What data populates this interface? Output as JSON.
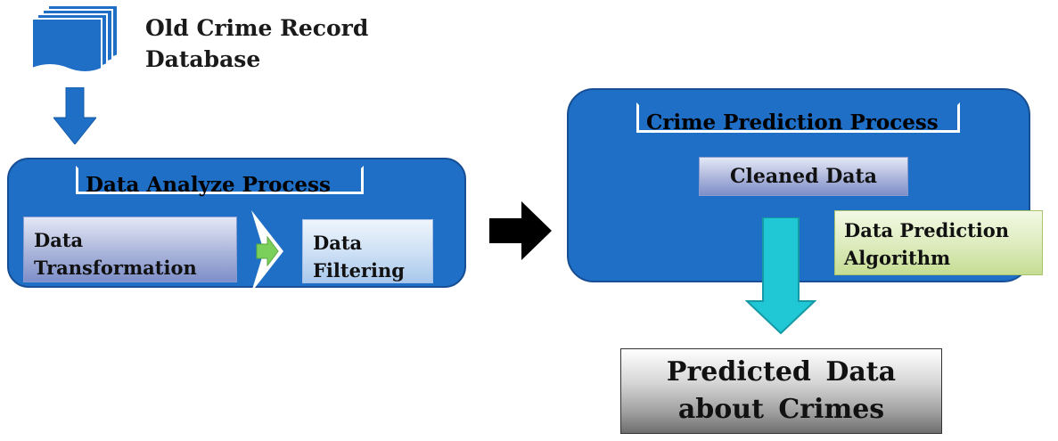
{
  "source": {
    "label": "Old Crime Record\nDatabase"
  },
  "analyze": {
    "title": "Data Analyze Process",
    "transformation": "Data\nTransformation",
    "filtering": "Data\nFiltering"
  },
  "prediction": {
    "title": "Crime Prediction Process",
    "cleaned": "Cleaned  Data",
    "algorithm": "Data Prediction\nAlgorithm"
  },
  "output": {
    "label": "Predicted  Data\nabout  Crimes"
  },
  "colors": {
    "panel_blue": "#1f6fc6",
    "arrow_blue": "#1f6fc6",
    "chevron_green": "#7ad05a",
    "teal_arrow": "#1fc8d4",
    "black_arrow": "#000000"
  },
  "icons": [
    "database-documents-icon",
    "arrow-down-icon",
    "chevron-right-icon",
    "arrow-right-icon",
    "arrow-down-teal-icon"
  ]
}
